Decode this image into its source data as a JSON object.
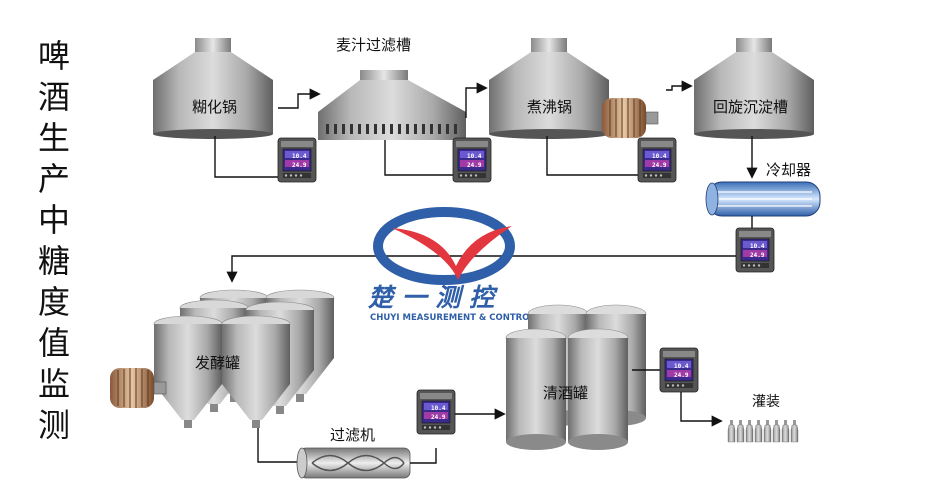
{
  "title_chars": [
    "啤",
    "酒",
    "生",
    "产",
    "中",
    "糖",
    "度",
    "值",
    "监",
    "测"
  ],
  "equipment": {
    "mash_tun": "糊化锅",
    "lauter_tun": "麦汁过滤槽",
    "boil_kettle": "煮沸锅",
    "whirlpool": "回旋沉淀槽",
    "cooler": "冷却器",
    "fermenter": "发酵罐",
    "filter": "过滤机",
    "bright_tank": "清酒罐",
    "filling": "灌装"
  },
  "logo": {
    "name_cn": "楚 一 测 控",
    "name_en": "CHUYI MEASUREMENT & CONTROL",
    "colors": {
      "blue": "#2f5fa8",
      "red": "#e2373f"
    }
  },
  "meter": {
    "line1": "10.4",
    "line2": "24.9"
  }
}
